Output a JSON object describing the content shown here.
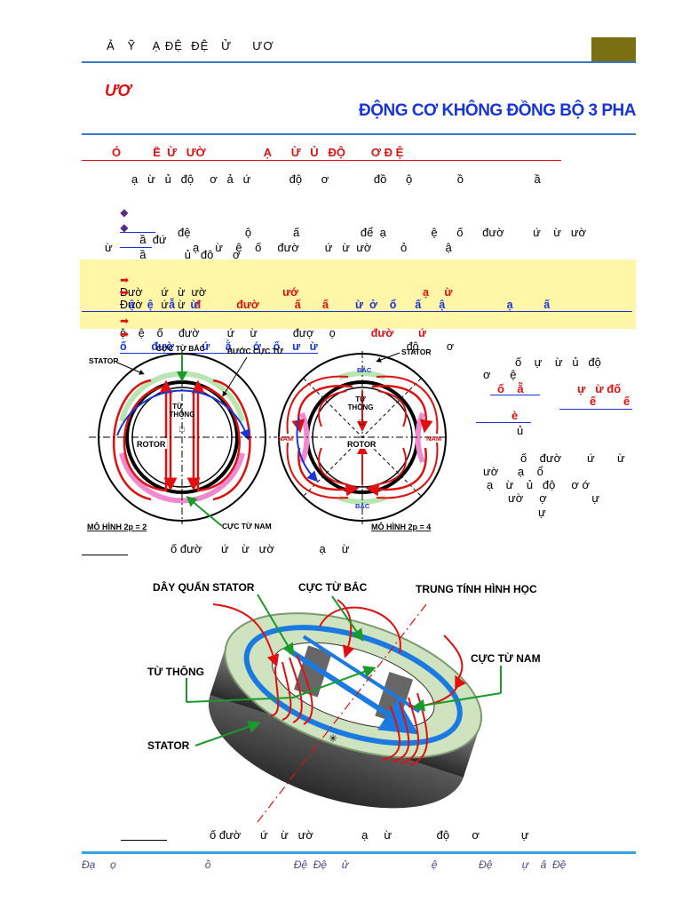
{
  "header": {
    "text": "Ả   Ỹ    Ạ ĐỆ  ĐỆ   Ử     ƯƠ"
  },
  "chapter": {
    "number": "ƯƠ",
    "title": "ĐỘNG CƠ KHÔNG ĐỒNG BỘ 3 PHA"
  },
  "section": {
    "heading": "Ó          Ề  Ừ   ƯỜ                  Ạ      Ừ   Ủ   ĐỘ        Ơ Đ Ệ"
  },
  "intro": {
    "line1": "ạ   ừ   ủ   độ     ơ   ả   ứ            độ      ơ              đồ      ộ              ồ                      ầ",
    "bullet1_tail": "ầ  đứ",
    "bullet2_tail": "ầ            ủ   độ      ơ",
    "line4": "đệ                 ộ             ấ                   để  ạ              ệ      ố      đườ         ứ    ừ   ườ",
    "line5": "ừ                         ạ     ừ    ệ    ố     đườ        ứ   ừ  ườ         ỏ            ậ"
  },
  "highlight": {
    "row1_a": "Đườ      ứ   ừ  ườ",
    "row1_b": "ướ",
    "row1_c": "ạ     ừ",
    "row2_a": "Đườ      ứ   ừ",
    "row2_b": "đ",
    "row2_c": "đườ",
    "row2_d": "ấ       ấ",
    "row2_e": "ừ  ở    ổ      ấ",
    "row2_f": "ậ                    ạ          ấ",
    "row3": "ậ    ệ     ẫ     ừ",
    "row4_a": "ộ    ệ    ố     đườ         ứ     ừ",
    "row4_b": "đượ     ọ",
    "row4_c": "đườ        ứ",
    "row5_a": "ố        đườ         ứ     ằ       ớ    ố    ư   ừ",
    "row5_b": "độ         ơ"
  },
  "figure1": {
    "labels": {
      "stator_left": "STATOR",
      "pole_north": "CỰC TỪ BẮC",
      "pole_step": "BƯỚC CỰC TỪ",
      "stator_right": "STATOR",
      "flux": "TỪ\nTHÔNG",
      "flux_r": "TỪ\nTHÔNG",
      "rotor_left": "ROTOR",
      "rotor_right": "ROTOR",
      "north_r": "BẮC",
      "south_r": "BẮC",
      "nam_l": "NAM",
      "nam_r": "NAM",
      "pole_south": "CỰC TỪ NAM",
      "model_left": "MÔ HÌNH 2p = 2",
      "model_right": "MÔ HÌNH 2p = 4"
    },
    "side_text": {
      "l1": "ố    ự    ừ   ủ   độ",
      "l2": "ơ      ệ",
      "l3a": "ố    ẵ",
      "l3b": "ự   ừ đố",
      "l4a": "ế",
      "l4b": "ế",
      "l5": "è",
      "l6": "ủ",
      "l7": "ố    đườ        ứ       ừ",
      "l8": "ườ      ạ    ổ",
      "l9": "ạ    ừ    ủ   độ     ơ ớ",
      "l10": "ườ     ợ              ự",
      "l11": "ự"
    },
    "caption": "ố đườ      ứ    ừ   ườ              ạ     ừ"
  },
  "figure2": {
    "labels": {
      "winding": "DÂY QUẤN STATOR",
      "north": "CỰC TỪ BẮC",
      "neutral": "TRUNG TÍNH HÌNH HỌC",
      "flux": "TỪ THÔNG",
      "south": "CỰC TỪ NAM",
      "stator": "STATOR"
    },
    "caption": "ố đườ      ứ    ừ   ườ               ạ     ừ              độ       ơ             ự"
  },
  "footer": {
    "text": "Đạ     ọ                              ồ                            Đệ  Đệ     ử                            ệ              Đệ          ự    â  Đệ"
  },
  "colors": {
    "accent_blue": "#1836d8",
    "accent_red": "#e01010",
    "rule_blue": "#3b78c4",
    "highlight": "#fff6a8",
    "header_box": "#7a6f12"
  }
}
